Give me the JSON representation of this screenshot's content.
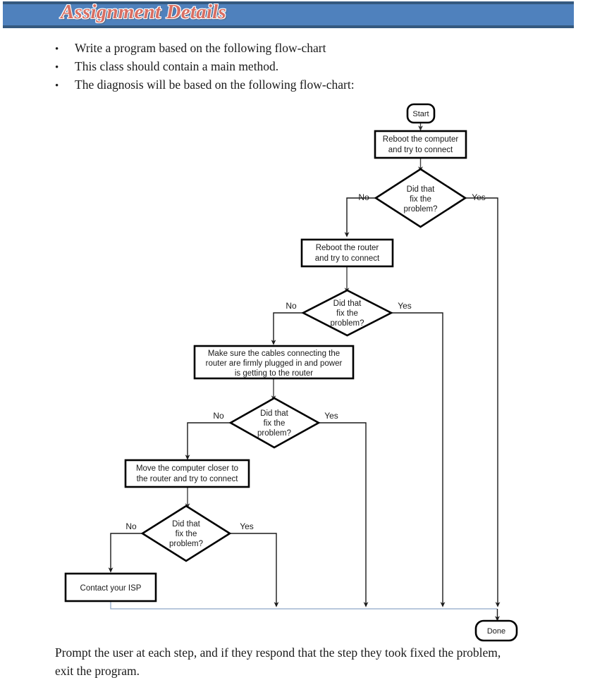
{
  "header": {
    "title": "Assignment Details",
    "banner_color": "#4F81BD",
    "banner_edge_color": "#35597F",
    "title_color": "#D96F63"
  },
  "bullets": {
    "marker": "•",
    "items": [
      "Write a program based on the following flow-chart",
      "This class should contain a main method.",
      "The diagnosis will be based on the following flow-chart:"
    ]
  },
  "bottom_paragraph": "Prompt the user at each step, and if they respond that the step they took fixed the problem, exit the program.",
  "flowchart": {
    "terminals": {
      "start": "Start",
      "done": "Done"
    },
    "branch_labels": {
      "no": "No",
      "yes": "Yes"
    },
    "decision_text": {
      "line1": "Did that",
      "line2": "fix the",
      "line3": "problem?"
    },
    "steps": [
      {
        "id": "reboot-computer",
        "line1": "Reboot the computer",
        "line2": "and try to connect"
      },
      {
        "id": "reboot-router",
        "line1": "Reboot the router",
        "line2": "and try to connect"
      },
      {
        "id": "check-cables",
        "line1": "Make sure the cables connecting the",
        "line2": "router are firmly plugged in and power",
        "line3": "is getting to the router"
      },
      {
        "id": "move-computer",
        "line1": "Move the computer closer to",
        "line2": "the router and try to connect"
      },
      {
        "id": "contact-isp",
        "line1": "Contact your ISP"
      }
    ]
  }
}
